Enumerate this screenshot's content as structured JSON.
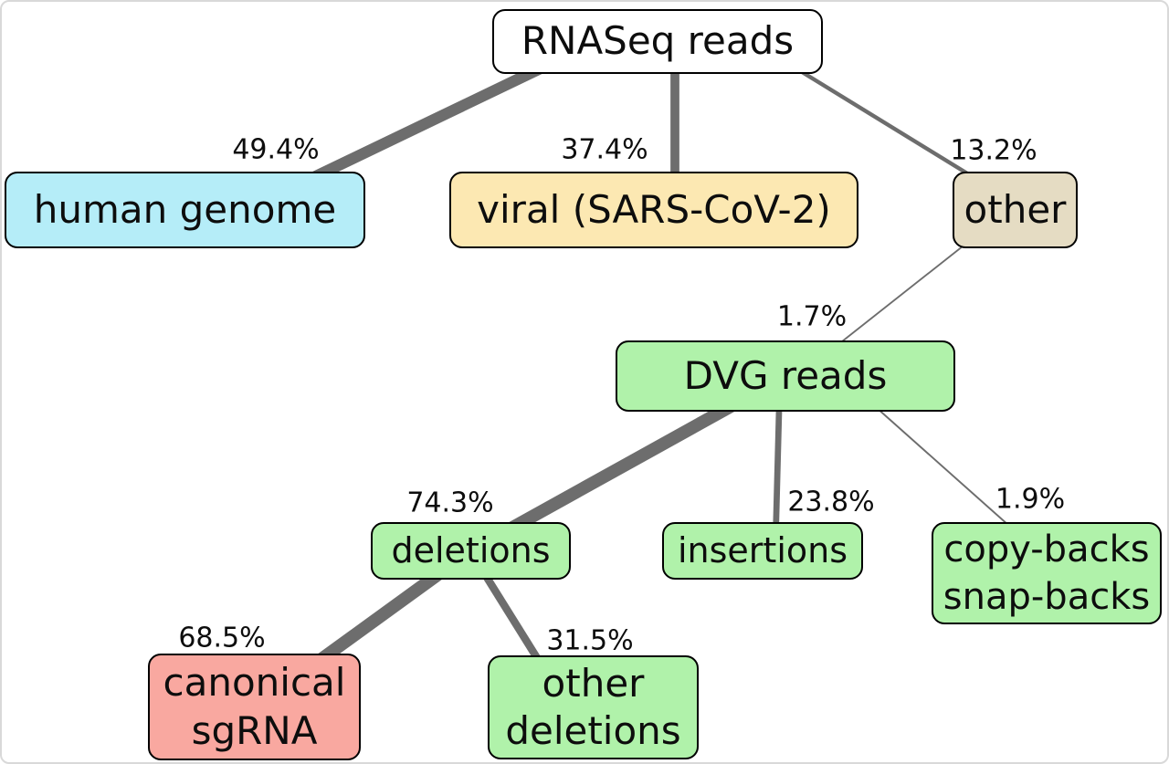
{
  "diagram": {
    "root_label": "RNASeq reads",
    "edge_color": "#6d6d6d",
    "nodes": [
      {
        "id": "rnaseq",
        "label": "RNASeq reads",
        "fill": "#ffffff"
      },
      {
        "id": "human",
        "label": "human genome",
        "fill": "#b5edf8",
        "pct": "49.4%"
      },
      {
        "id": "viral",
        "label": "viral (SARS-CoV-2)",
        "fill": "#fce8b2",
        "pct": "37.4%"
      },
      {
        "id": "other",
        "label": "other",
        "fill": "#e5dcc3",
        "pct": "13.2%"
      },
      {
        "id": "dvg",
        "label": "DVG reads",
        "fill": "#b0f2aa",
        "pct": "1.7%"
      },
      {
        "id": "deletions",
        "label": "deletions",
        "fill": "#b0f2aa",
        "pct": "74.3%"
      },
      {
        "id": "insertions",
        "label": "insertions",
        "fill": "#b0f2aa",
        "pct": "23.8%"
      },
      {
        "id": "copybacks",
        "label": "copy-backs\nsnap-backs",
        "fill": "#b0f2aa",
        "pct": "1.9%"
      },
      {
        "id": "canonical",
        "label": "canonical\nsgRNA",
        "fill": "#f9a8a0",
        "pct": "68.5%"
      },
      {
        "id": "otherdel",
        "label": "other\ndeletions",
        "fill": "#b0f2aa",
        "pct": "31.5%"
      }
    ],
    "edges": [
      {
        "from": "rnaseq",
        "to": "human",
        "pct": 49.4
      },
      {
        "from": "rnaseq",
        "to": "viral",
        "pct": 37.4
      },
      {
        "from": "rnaseq",
        "to": "other",
        "pct": 13.2
      },
      {
        "from": "other",
        "to": "dvg",
        "pct": 1.7
      },
      {
        "from": "dvg",
        "to": "deletions",
        "pct": 74.3
      },
      {
        "from": "dvg",
        "to": "insertions",
        "pct": 23.8
      },
      {
        "from": "dvg",
        "to": "copybacks",
        "pct": 1.9
      },
      {
        "from": "deletions",
        "to": "canonical",
        "pct": 68.5
      },
      {
        "from": "deletions",
        "to": "otherdel",
        "pct": 31.5
      }
    ]
  }
}
